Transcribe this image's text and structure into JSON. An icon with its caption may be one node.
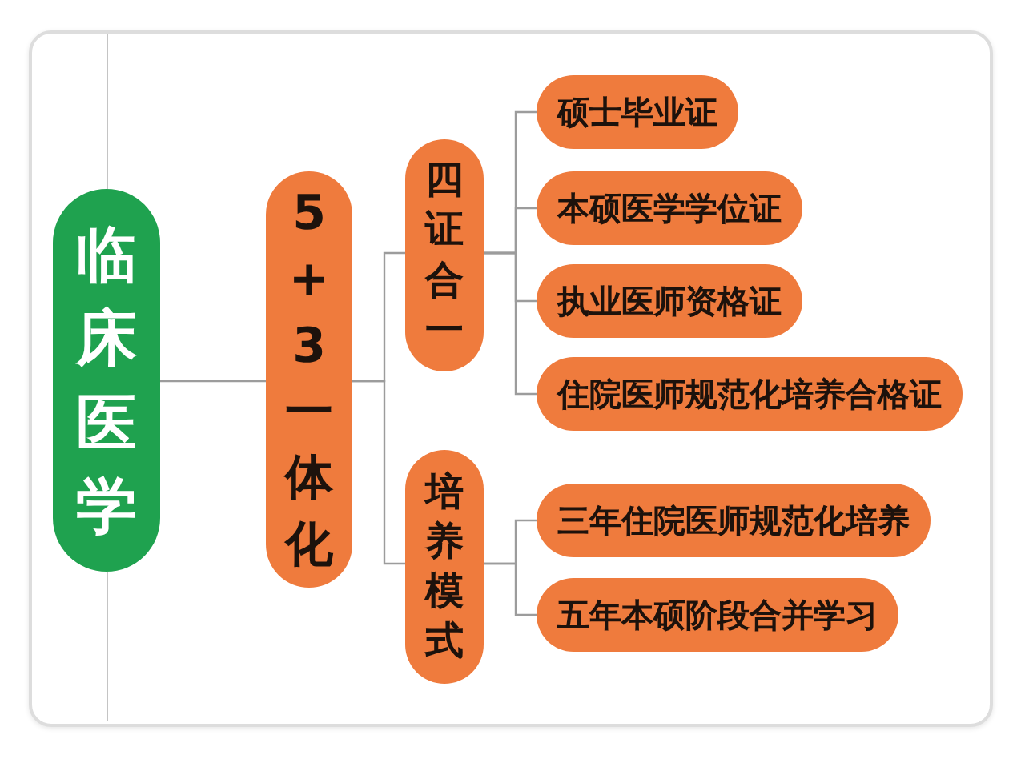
{
  "diagram": {
    "nodes": [
      {
        "text": [
          "临床医学"
        ]
      },
      {
        "text": [
          "5+3一体化"
        ]
      },
      {
        "text": [
          "四证合一"
        ]
      },
      {
        "text": [
          "培养模式"
        ]
      },
      {
        "text": [
          "硕士毕业证"
        ]
      },
      {
        "text": [
          "本硕医学学位证"
        ]
      },
      {
        "text": [
          "执业医师资格证"
        ]
      },
      {
        "text": [
          "住院医师规范化培养合格证"
        ]
      },
      {
        "text": [
          "三年住院医师规范化培养"
        ]
      },
      {
        "text": [
          "五年本硕阶段合并学习"
        ]
      }
    ],
    "edges": [
      {
        "from": 0,
        "to": 1,
        "arrow": "none"
      },
      {
        "from": 1,
        "to": 2,
        "arrow": "none"
      },
      {
        "from": 1,
        "to": 3,
        "arrow": "none"
      },
      {
        "from": 2,
        "to": 4,
        "arrow": "none"
      },
      {
        "from": 2,
        "to": 5,
        "arrow": "none"
      },
      {
        "from": 2,
        "to": 6,
        "arrow": "none"
      },
      {
        "from": 2,
        "to": 7,
        "arrow": "none"
      },
      {
        "from": 3,
        "to": 8,
        "arrow": "none"
      },
      {
        "from": 3,
        "to": 9,
        "arrow": "none"
      }
    ]
  }
}
